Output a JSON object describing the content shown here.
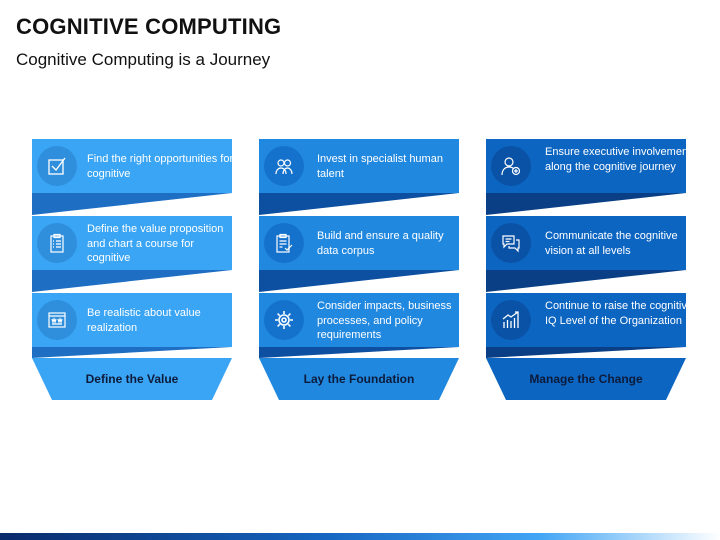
{
  "header": {
    "title": "COGNITIVE COMPUTING",
    "subtitle": "Cognitive Computing is a Journey"
  },
  "columns": [
    {
      "label": "Define the Value",
      "color": "#3aa5f5",
      "items": [
        {
          "icon": "checkbox-icon",
          "text": "Find the right opportunities for cognitive"
        },
        {
          "icon": "clipboard-checklist-icon",
          "text": "Define the value proposition and chart a course for cognitive"
        },
        {
          "icon": "web-browser-icon",
          "text": "Be realistic about value realization"
        }
      ]
    },
    {
      "label": "Lay the Foundation",
      "color": "#2188e0",
      "items": [
        {
          "icon": "people-icon",
          "text": "Invest in specialist human talent"
        },
        {
          "icon": "clipboard-check-icon",
          "text": "Build and ensure a quality data corpus"
        },
        {
          "icon": "gear-icon",
          "text": "Consider impacts, business processes, and policy requirements"
        }
      ]
    },
    {
      "label": "Manage the Change",
      "color": "#0d65c2",
      "items": [
        {
          "icon": "user-add-icon",
          "text": "Ensure executive involvement along the cognitive journey"
        },
        {
          "icon": "chat-bubbles-icon",
          "text": "Communicate the cognitive vision at all levels"
        },
        {
          "icon": "growth-chart-icon",
          "text": "Continue to raise the cognitive IQ Level of the Organization"
        }
      ]
    }
  ]
}
